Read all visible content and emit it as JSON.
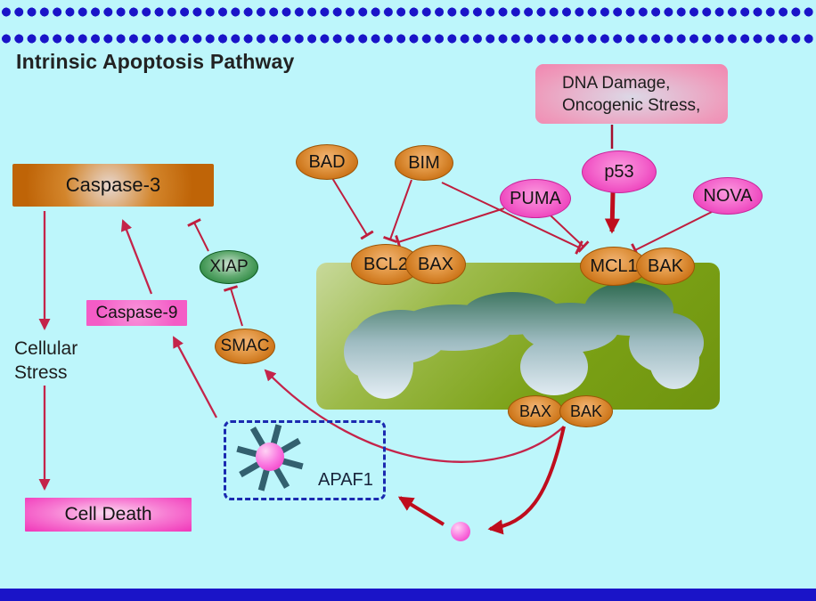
{
  "title": "Intrinsic Apoptosis Pathway",
  "stimulus": {
    "line1": "DNA Damage,",
    "line2": "Oncogenic Stress,"
  },
  "nodes": {
    "p53": "p53",
    "puma": "PUMA",
    "nova": "NOVA",
    "bad": "BAD",
    "bim": "BIM",
    "bcl2": "BCL2",
    "bax_top": "BAX",
    "mcl1": "MCL1",
    "bak_top": "BAK",
    "bax_bottom": "BAX",
    "bak_bottom": "BAK",
    "caspase3": "Caspase-3",
    "caspase9": "Caspase-9",
    "xiap": "XIAP",
    "smac": "SMAC",
    "apaf1": "APAF1",
    "cell_death": "Cell Death"
  },
  "labels": {
    "cellular_stress_line1": "Cellular",
    "cellular_stress_line2": "Stress"
  },
  "edges": [
    {
      "from": "DNA Damage / Oncogenic Stress",
      "to": "p53",
      "type": "activates"
    },
    {
      "from": "p53",
      "to": "MCL1",
      "type": "activates"
    },
    {
      "from": "BAD",
      "to": "BCL2",
      "type": "inhibits"
    },
    {
      "from": "BIM",
      "to": "BCL2",
      "type": "inhibits"
    },
    {
      "from": "BIM",
      "to": "MCL1",
      "type": "inhibits"
    },
    {
      "from": "PUMA",
      "to": "BCL2",
      "type": "inhibits"
    },
    {
      "from": "PUMA",
      "to": "MCL1",
      "type": "inhibits"
    },
    {
      "from": "NOVA",
      "to": "BAK",
      "type": "inhibits"
    },
    {
      "from": "XIAP",
      "to": "Caspase-3",
      "type": "inhibits"
    },
    {
      "from": "SMAC",
      "to": "XIAP",
      "type": "inhibits"
    },
    {
      "from": "Caspase-9",
      "to": "Caspase-3",
      "type": "activates"
    },
    {
      "from": "APAF1",
      "to": "Caspase-9",
      "type": "activates"
    },
    {
      "from": "BAX/BAK pore",
      "to": "SMAC",
      "type": "releases"
    },
    {
      "from": "BAX/BAK pore",
      "to": "cytochrome c",
      "type": "releases"
    },
    {
      "from": "cytochrome c",
      "to": "APAF1",
      "type": "activates"
    },
    {
      "from": "Caspase-3",
      "to": "Cellular Stress",
      "type": "activates"
    },
    {
      "from": "Cellular Stress",
      "to": "Cell Death",
      "type": "activates"
    }
  ],
  "colors": {
    "background": "#bdf6fb",
    "membrane_dot": "#1a14c8",
    "bottom_bar": "#1a14c8",
    "inhibit_line": "#bf1e3e",
    "activate_arrow": "#bf0d1d",
    "orange_node": "#c5690b",
    "pink_node": "#e92cb2",
    "green_node": "#157a2d",
    "mitochondrion_green": "#7aa015",
    "cristae_dark": "#2e6a50",
    "cristae_light": "#e9f1f8",
    "apoptosome_star": "#33606f",
    "dashed_box_blue": "#1b2ab0"
  }
}
